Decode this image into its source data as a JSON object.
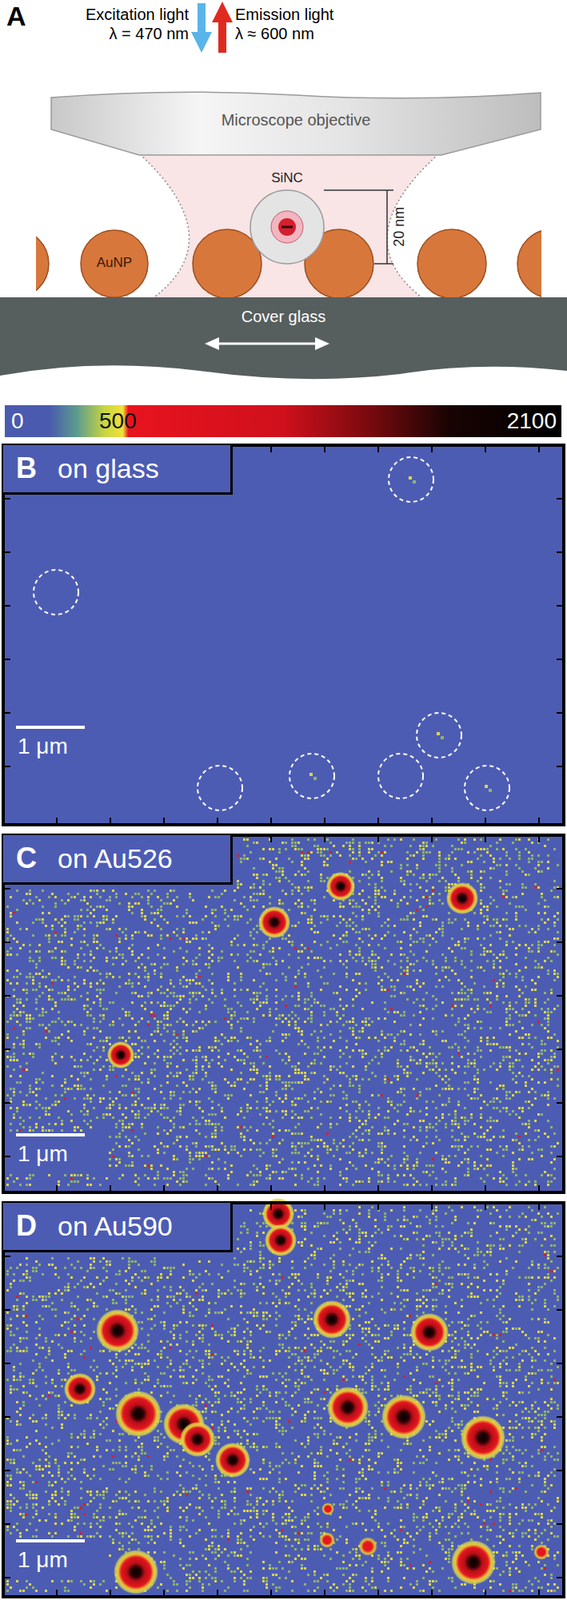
{
  "diagram": {
    "nodes": [
      {
        "text": [
          "Microscope objective"
        ]
      },
      {
        "text": [
          "SiNC"
        ]
      },
      {
        "text": [
          "AuNP"
        ]
      },
      {
        "text": [
          "Cover glass"
        ]
      },
      {
        "text": [
          "B",
          "on glass",
          "1 μm"
        ]
      },
      {
        "text": [
          "C",
          "on Au526",
          "1 μm"
        ]
      },
      {
        "text": [
          "D",
          "on Au590",
          "1 μm"
        ]
      }
    ],
    "labels": [
      "A",
      "Excitation light λ = 470 nm",
      "Emission light λ ≈ 600 nm",
      "20 nm",
      "0",
      "500",
      "2100"
    ]
  }
}
